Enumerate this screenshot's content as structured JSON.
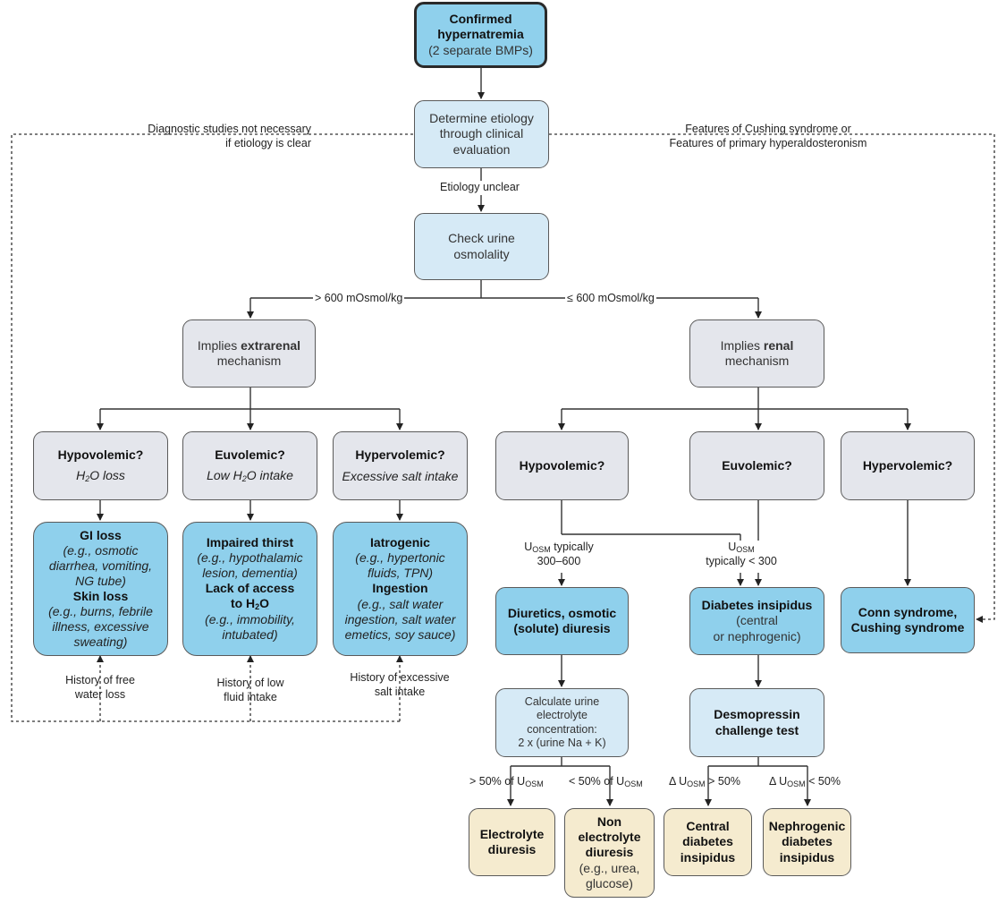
{
  "top": {
    "line1": "Confirmed",
    "line2": "hypernatremia",
    "line3": "(2 separate BMPs)"
  },
  "etiology": {
    "line1": "Determine etiology",
    "line2": "through clinical",
    "line3": "evaluation"
  },
  "urine": {
    "line1": "Check urine",
    "line2": "osmolality"
  },
  "labels": {
    "diag_line1": "Diagnostic studies not necessary",
    "diag_line2": "if etiology is clear",
    "cushing_line1": "Features of Cushing syndrome or",
    "cushing_line2": "Features of primary hyperaldosteronism",
    "unclear": "Etiology unclear",
    "gt600": "> 600 mOsmol/kg",
    "le600": "≤ 600 mOsmol/kg",
    "hist_free1": "History of free",
    "hist_free2": "water loss",
    "hist_low1": "History of low",
    "hist_low2": "fluid intake",
    "hist_exc1": "History of excessive",
    "hist_exc2": "salt intake",
    "u_osm": "U",
    "osm_sub": "OSM",
    "typically": "typically",
    "range_300_600": "300–600",
    "typically_lt300": "typically < 300",
    "gt50_pre": "> 50% of U",
    "lt50_pre": "< 50% of U",
    "delta_gt_pre": "Δ U",
    "delta_gt_post": " > 50%",
    "delta_lt_pre": "Δ U",
    "delta_lt_post": " < 50%"
  },
  "extrarenal": {
    "pre": "Implies ",
    "bold": "extrarenal",
    "line2": "mechanism"
  },
  "renal": {
    "pre": "Implies ",
    "bold": "renal",
    "line2": "mechanism"
  },
  "ex_hypo": {
    "title": "Hypovolemic?",
    "sub_pre": "H",
    "sub_sub": "2",
    "sub_post": "O loss"
  },
  "ex_eu": {
    "title": "Euvolemic?",
    "sub_pre": "Low H",
    "sub_sub": "2",
    "sub_post": "O intake"
  },
  "ex_hyper": {
    "title": "Hypervolemic?",
    "sub": "Excessive salt intake"
  },
  "r_hypo": {
    "title": "Hypovolemic?"
  },
  "r_eu": {
    "title": "Euvolemic?"
  },
  "r_hyper": {
    "title": "Hypervolemic?"
  },
  "gi": {
    "h1": "GI loss",
    "l1": "(e.g., osmotic",
    "l2": "diarrhea, vomiting,",
    "l3": "NG tube)",
    "h2": "Skin loss",
    "l4": "(e.g., burns, febrile",
    "l5": "illness, excessive",
    "l6": "sweating)"
  },
  "thirst": {
    "h1": "Impaired thirst",
    "l1": "(e.g., hypothalamic",
    "l2": "lesion, dementia)",
    "h2": "Lack of access",
    "h3_pre": "to H",
    "h3_sub": "2",
    "h3_post": "O",
    "l3": "(e.g., immobility,",
    "l4": "intubated)"
  },
  "iatro": {
    "h1": "Iatrogenic",
    "l1": "(e.g., hypertonic",
    "l2": "fluids, TPN)",
    "h2": "Ingestion",
    "l3": "(e.g., salt water",
    "l4": "ingestion, salt water",
    "l5": "emetics, soy sauce)"
  },
  "diuretics": {
    "line1": "Diuretics, osmotic",
    "line2": "(solute) diuresis"
  },
  "di": {
    "line1": "Diabetes insipidus",
    "line2": "(central",
    "line3": "or nephrogenic)"
  },
  "conn": {
    "line1": "Conn syndrome,",
    "line2": "Cushing syndrome"
  },
  "calc": {
    "line1": "Calculate urine",
    "line2": "electrolyte",
    "line3": "concentration:",
    "line4": "2 x (urine Na + K)"
  },
  "desmo": {
    "line1": "Desmopressin",
    "line2": "challenge test"
  },
  "electrolyte": {
    "line1": "Electrolyte",
    "line2": "diuresis"
  },
  "nonelectrolyte": {
    "line1": "Non",
    "line2": "electrolyte",
    "line3": "diuresis",
    "line4": "(e.g., urea,",
    "line5": "glucose)"
  },
  "central": {
    "line1": "Central",
    "line2": "diabetes",
    "line3": "insipidus"
  },
  "nephro": {
    "line1": "Nephrogenic",
    "line2": "diabetes",
    "line3": "insipidus"
  }
}
